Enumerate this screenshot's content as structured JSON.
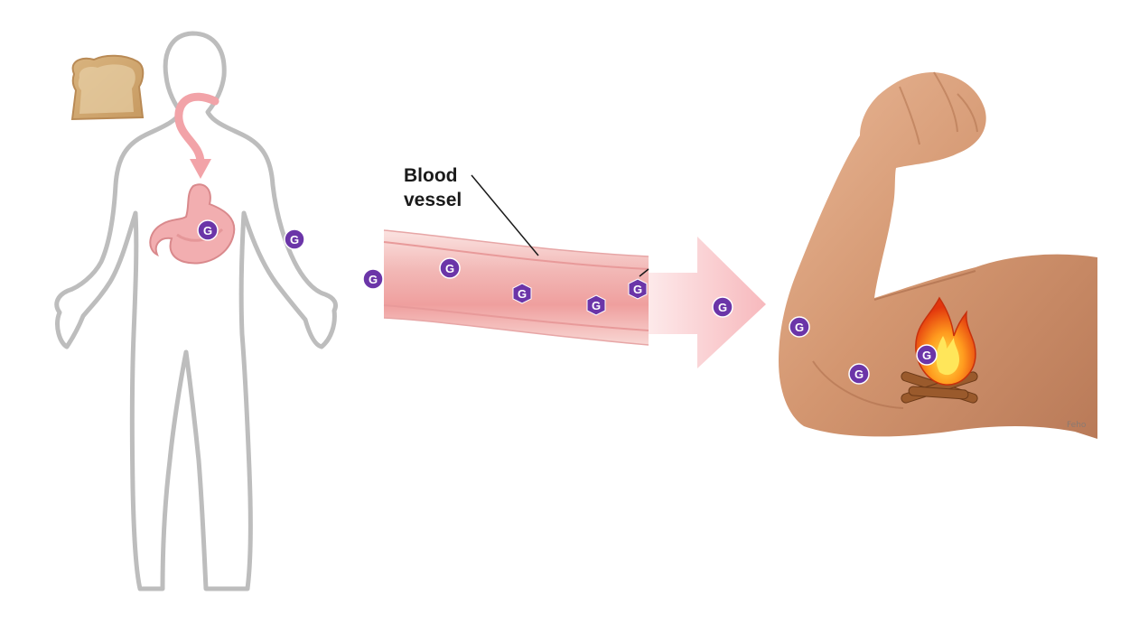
{
  "colors": {
    "glucose": "#6b35a8",
    "body_outline": "#bdbdbd",
    "food_arrow": "#f2a3a8",
    "transport_arrow": "#f8c3c7",
    "vessel": "#f3c2c2",
    "skin": "#d7a27c",
    "flame": "#ff7a10"
  },
  "labels": {
    "blood_vessel_line1": "Blood",
    "blood_vessel_line2": "vessel",
    "photo_credit": "Feho"
  },
  "glucose_symbol": "G",
  "icons": [
    "bread-slice-icon",
    "stomach-icon",
    "flame-icon",
    "campfire-logs-icon"
  ]
}
